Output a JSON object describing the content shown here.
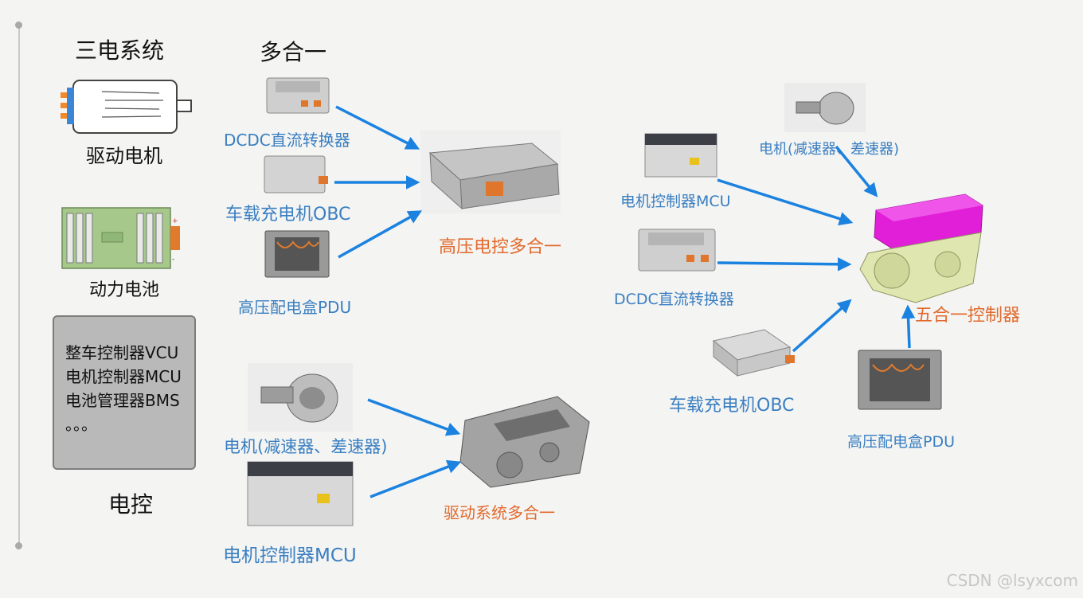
{
  "left": {
    "title": "三电系统",
    "motor_label": "驱动电机",
    "battery_label": "动力电池",
    "ecu_lines": [
      "整车控制器VCU",
      "电机控制器MCU",
      "电池管理器BMS",
      "。。。"
    ],
    "ecu_label": "电控"
  },
  "middle": {
    "title": "多合一",
    "dcdc": "DCDC直流转换器",
    "obc": "车载充电机OBC",
    "pdu": "高压配电盒PDU",
    "hv_result": "高压电控多合一",
    "motor": "电机(减速器、差速器)",
    "mcu": "电机控制器MCU",
    "drive_result": "驱动系统多合一"
  },
  "right": {
    "motor": "电机(减速器、差速器)",
    "mcu": "电机控制器MCU",
    "dcdc": "DCDC直流转换器",
    "obc": "车载充电机OBC",
    "pdu": "高压配电盒PDU",
    "result": "五合一控制器"
  },
  "watermark": "CSDN @lsyxcom"
}
